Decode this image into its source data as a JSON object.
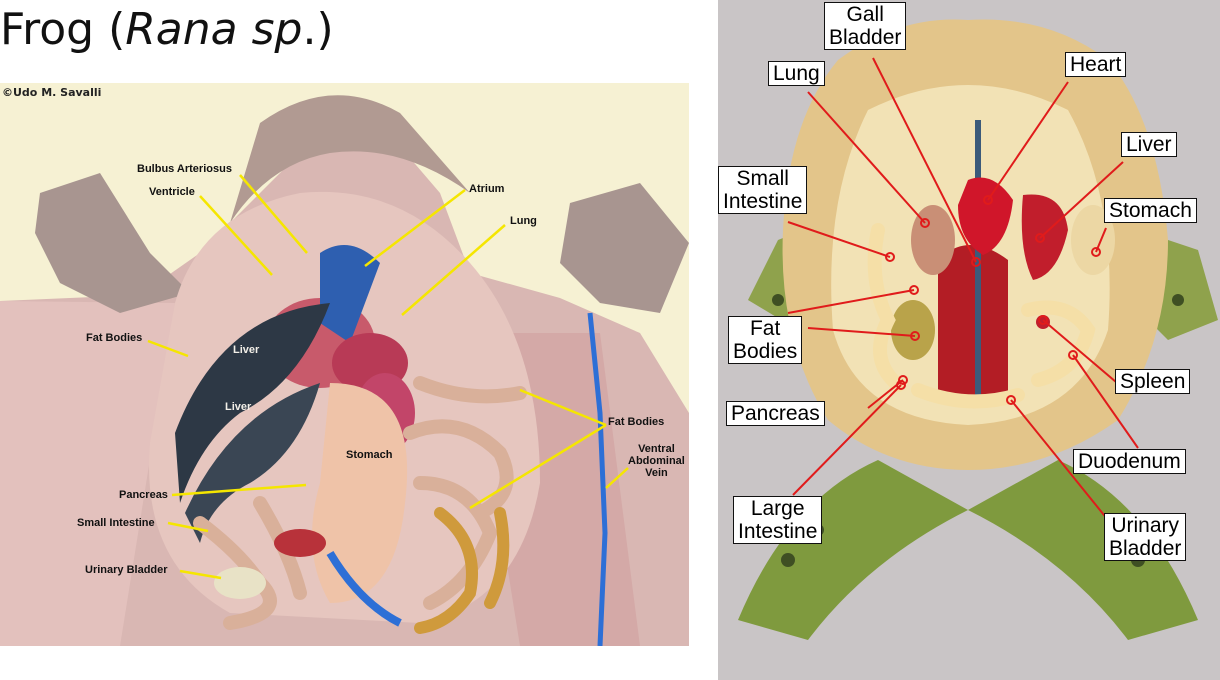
{
  "title": {
    "main": "Frog (",
    "italic": "Rana sp",
    "tail": ".)"
  },
  "left_image": {
    "credit": "©Udo M. Savalli",
    "labels": {
      "bulbus": "Bulbus Arteriosus",
      "ventricle": "Ventricle",
      "atrium": "Atrium",
      "lung": "Lung",
      "fat_bodies_left": "Fat Bodies",
      "liver_top": "Liver",
      "liver_bottom": "Liver",
      "stomach": "Stomach",
      "fat_bodies_right": "Fat Bodies",
      "ventral_abdominal_vein": "Ventral\nAbdominal\nVein",
      "pancreas": "Pancreas",
      "small_intestine": "Small Intestine",
      "urinary_bladder": "Urinary Bladder"
    }
  },
  "right_image": {
    "labels": {
      "gall_bladder": "Gall\nBladder",
      "lung": "Lung",
      "heart": "Heart",
      "liver": "Liver",
      "small_intestine": "Small\nIntestine",
      "stomach": "Stomach",
      "fat_bodies": "Fat\nBodies",
      "spleen": "Spleen",
      "pancreas": "Pancreas",
      "duodenum": "Duodenum",
      "large_intestine": "Large\nIntestine",
      "urinary_bladder": "Urinary\nBladder"
    }
  }
}
